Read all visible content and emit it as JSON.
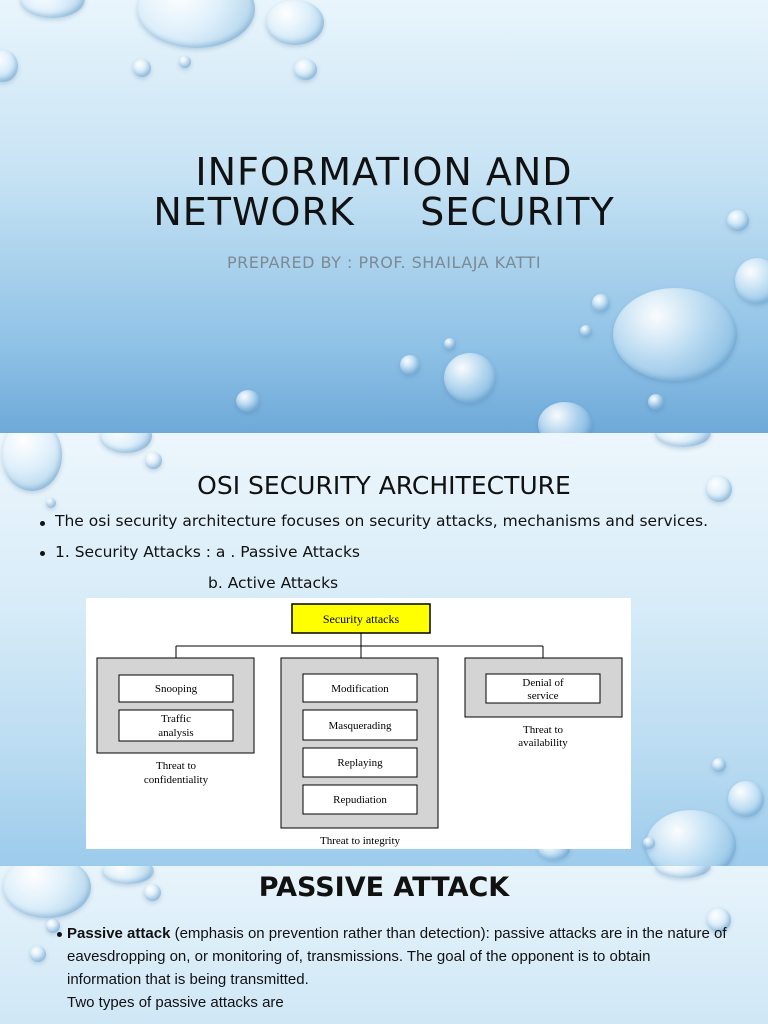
{
  "slide1": {
    "title_line1": "INFORMATION AND",
    "title_line2": "NETWORK     SECURITY",
    "subtitle": "PREPARED BY : PROF. SHAILAJA KATTI"
  },
  "slide2": {
    "title": "OSI SECURITY ARCHITECTURE",
    "bullet1": "The osi security architecture focuses on security attacks, mechanisms and services.",
    "bullet2": "1. Security Attacks : a . Passive Attacks",
    "bullet2_cont": "b. Active Attacks",
    "diagram": {
      "root": "Security attacks",
      "group1_items": [
        "Snooping",
        "Traffic",
        "analysis"
      ],
      "group1_label_l1": "Threat to",
      "group1_label_l2": "confidentiality",
      "group2_items": [
        "Modification",
        "Masquerading",
        "Replaying",
        "Repudiation"
      ],
      "group2_label": "Threat to integrity",
      "group3_item_l1": "Denial of",
      "group3_item_l2": "service",
      "group3_label_l1": "Threat to",
      "group3_label_l2": "availability",
      "root_color": "#ffff00",
      "group_bg_color": "#d4d4d4"
    }
  },
  "slide3": {
    "title": "PASSIVE ATTACK",
    "bold_lead": "Passive attack",
    "text": " (emphasis on prevention rather than detection): passive attacks are in the nature of eavesdropping on, or monitoring of, transmissions. The goal of the opponent is to obtain information that is being transmitted.",
    "text2": "Two types of passive attacks are"
  }
}
